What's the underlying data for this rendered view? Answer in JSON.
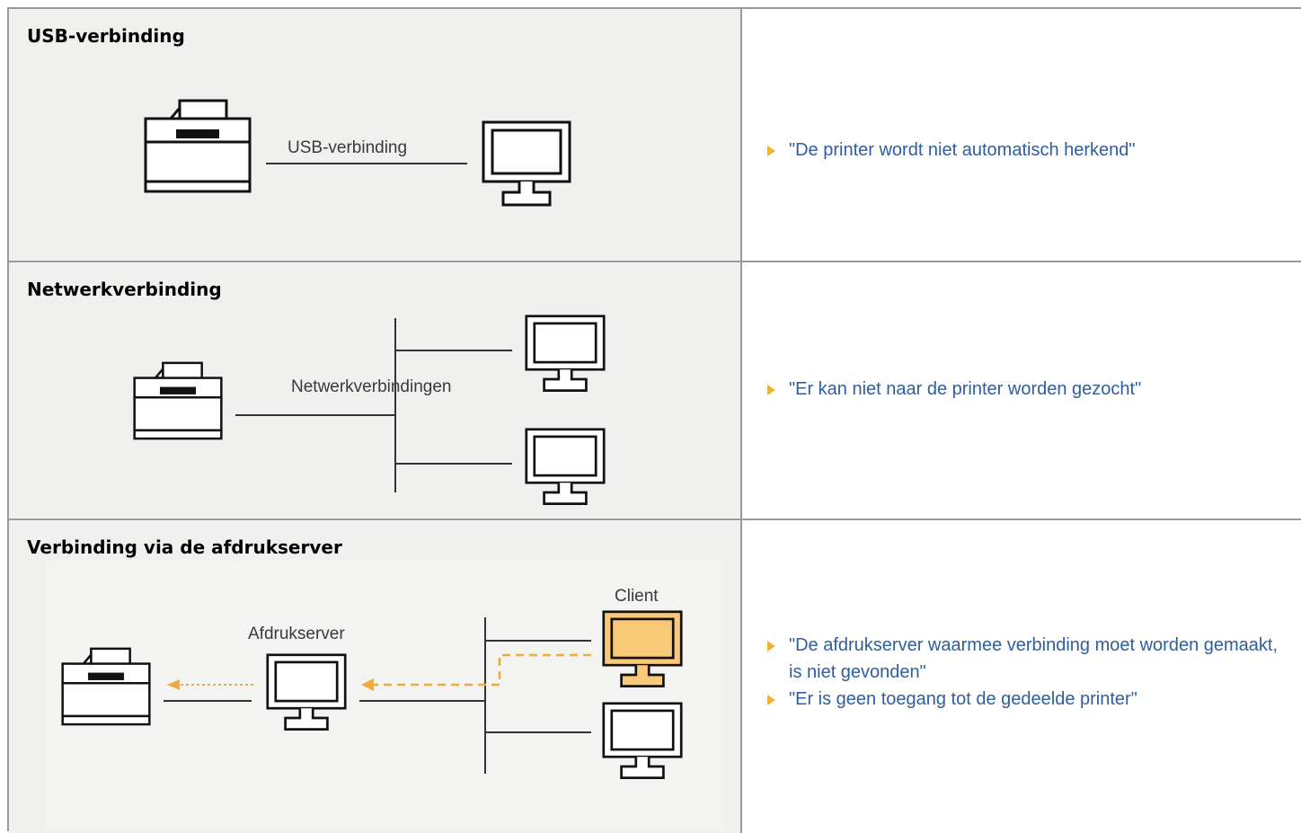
{
  "rows": [
    {
      "title": "USB-verbinding",
      "diagram_label": "USB-verbinding",
      "links": [
        "\"De printer wordt niet automatisch herkend\""
      ]
    },
    {
      "title": "Netwerkverbinding",
      "diagram_label": "Netwerkverbindingen",
      "links": [
        "\"Er kan niet naar de printer worden gezocht\""
      ]
    },
    {
      "title": "Verbinding via de afdrukserver",
      "diagram_labels": {
        "server": "Afdrukserver",
        "client": "Client"
      },
      "links": [
        "\"De afdrukserver waarmee verbinding moet worden gemaakt, is niet gevonden\"",
        "\"Er is geen toegang tot de gedeelde printer\""
      ]
    }
  ],
  "colors": {
    "link": "#2e5e9e",
    "bullet": "#f2b233",
    "client_screen": "#f9c97a",
    "dashed_arrow": "#f2a93b",
    "panel_bg": "#f0f0ef"
  },
  "icons": [
    "printer-icon",
    "monitor-icon",
    "bullet-arrow-icon"
  ]
}
